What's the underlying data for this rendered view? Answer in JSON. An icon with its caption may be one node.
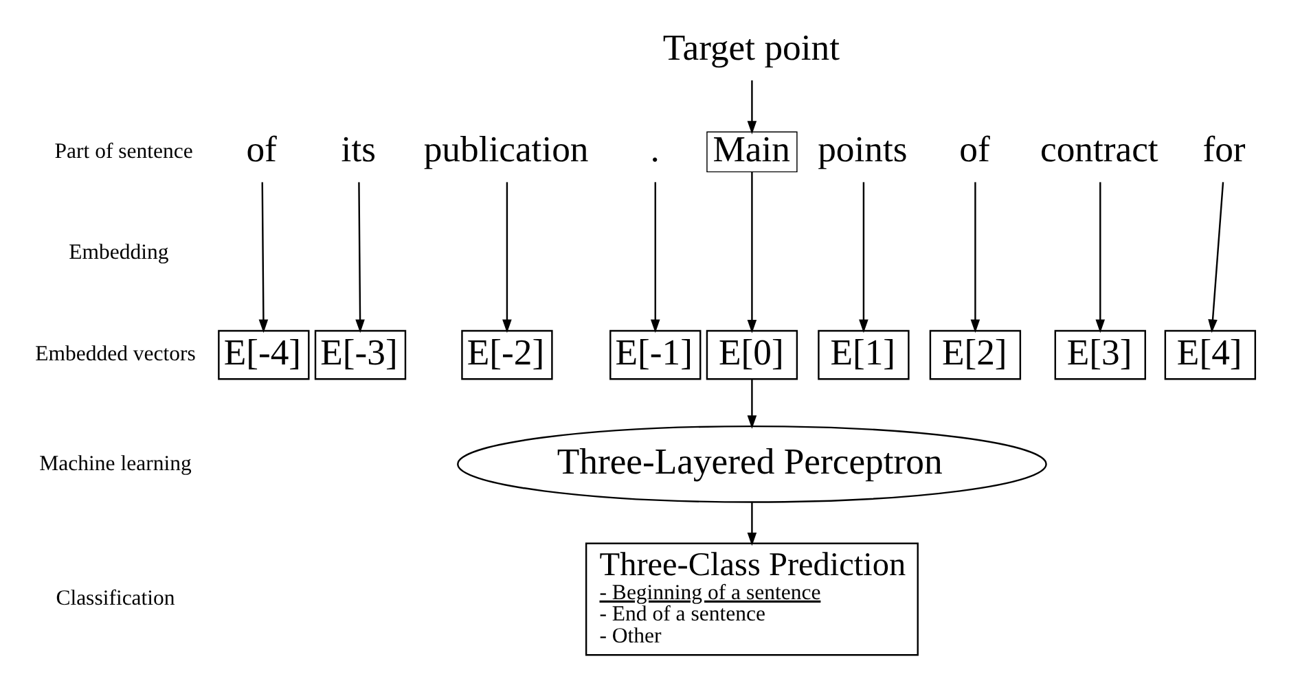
{
  "diagram": {
    "nodes": [
      {
        "text": [
          "Target point"
        ]
      },
      {
        "text": [
          "of"
        ]
      },
      {
        "text": [
          "its"
        ]
      },
      {
        "text": [
          "publication"
        ]
      },
      {
        "text": [
          "."
        ]
      },
      {
        "text": [
          "Main"
        ]
      },
      {
        "text": [
          "points"
        ]
      },
      {
        "text": [
          "of"
        ]
      },
      {
        "text": [
          "contract"
        ]
      },
      {
        "text": [
          "for"
        ]
      },
      {
        "text": [
          "E[-4]"
        ]
      },
      {
        "text": [
          "E[-3]"
        ]
      },
      {
        "text": [
          "E[-2]"
        ]
      },
      {
        "text": [
          "E[-1]"
        ]
      },
      {
        "text": [
          "E[0]"
        ]
      },
      {
        "text": [
          "E[1]"
        ]
      },
      {
        "text": [
          "E[2]"
        ]
      },
      {
        "text": [
          "E[3]"
        ]
      },
      {
        "text": [
          "E[4]"
        ]
      },
      {
        "text": [
          "Three-Layered Perceptron"
        ]
      },
      {
        "text": [
          "Three-Class Prediction",
          "- Beginning of a sentence",
          "- End of a sentence",
          "- Other"
        ]
      }
    ],
    "edges": [
      {
        "from": 0,
        "to": 5,
        "arrow": "to"
      },
      {
        "from": 1,
        "to": 10,
        "arrow": "to"
      },
      {
        "from": 2,
        "to": 11,
        "arrow": "to"
      },
      {
        "from": 3,
        "to": 12,
        "arrow": "to"
      },
      {
        "from": 4,
        "to": 13,
        "arrow": "to"
      },
      {
        "from": 5,
        "to": 14,
        "arrow": "to"
      },
      {
        "from": 6,
        "to": 15,
        "arrow": "to"
      },
      {
        "from": 7,
        "to": 16,
        "arrow": "to"
      },
      {
        "from": 8,
        "to": 17,
        "arrow": "to"
      },
      {
        "from": 9,
        "to": 18,
        "arrow": "to"
      },
      {
        "from": 14,
        "to": 19,
        "arrow": "to"
      },
      {
        "from": 19,
        "to": 20,
        "arrow": "to"
      }
    ],
    "labels": [
      "Part of sentence",
      "Embedding",
      "Embedded vectors",
      "Machine learning",
      "Classification"
    ]
  }
}
